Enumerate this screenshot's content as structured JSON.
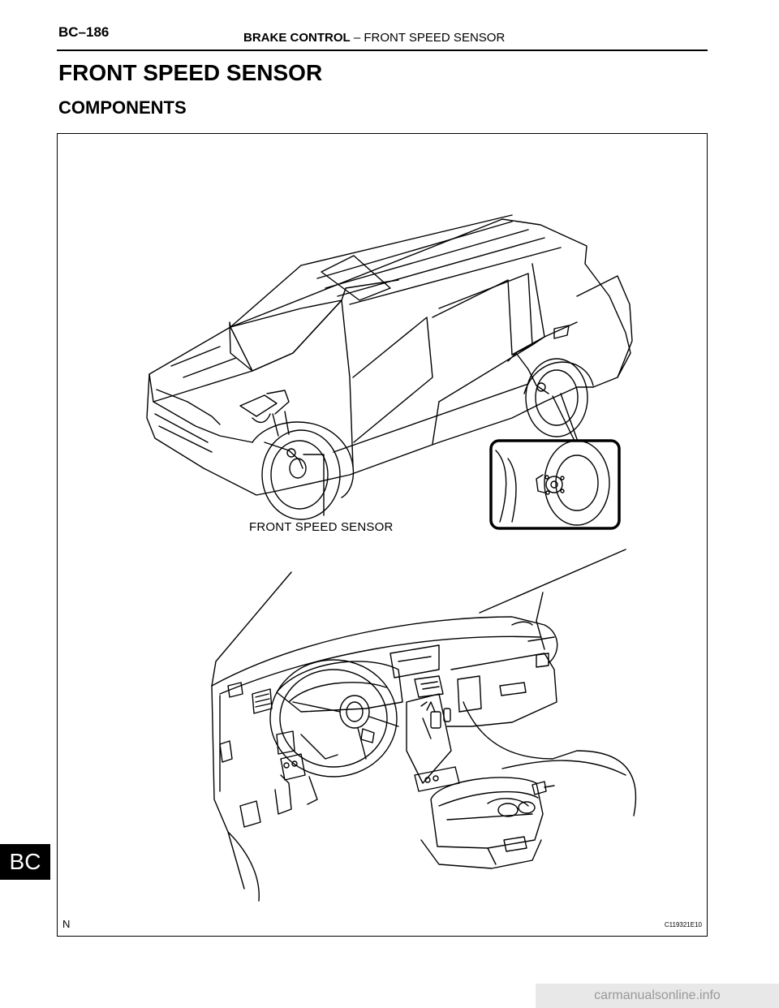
{
  "header": {
    "page_number": "BC–186",
    "section": "BRAKE CONTROL",
    "separator": "–",
    "topic": "FRONT SPEED SENSOR"
  },
  "title": "FRONT SPEED SENSOR",
  "subtitle": "COMPONENTS",
  "figure": {
    "callout": "FRONT SPEED SENSOR",
    "corner_letter": "N",
    "code": "C119321E10"
  },
  "side_tab": "BC",
  "footer": "carmanualsonline.info"
}
